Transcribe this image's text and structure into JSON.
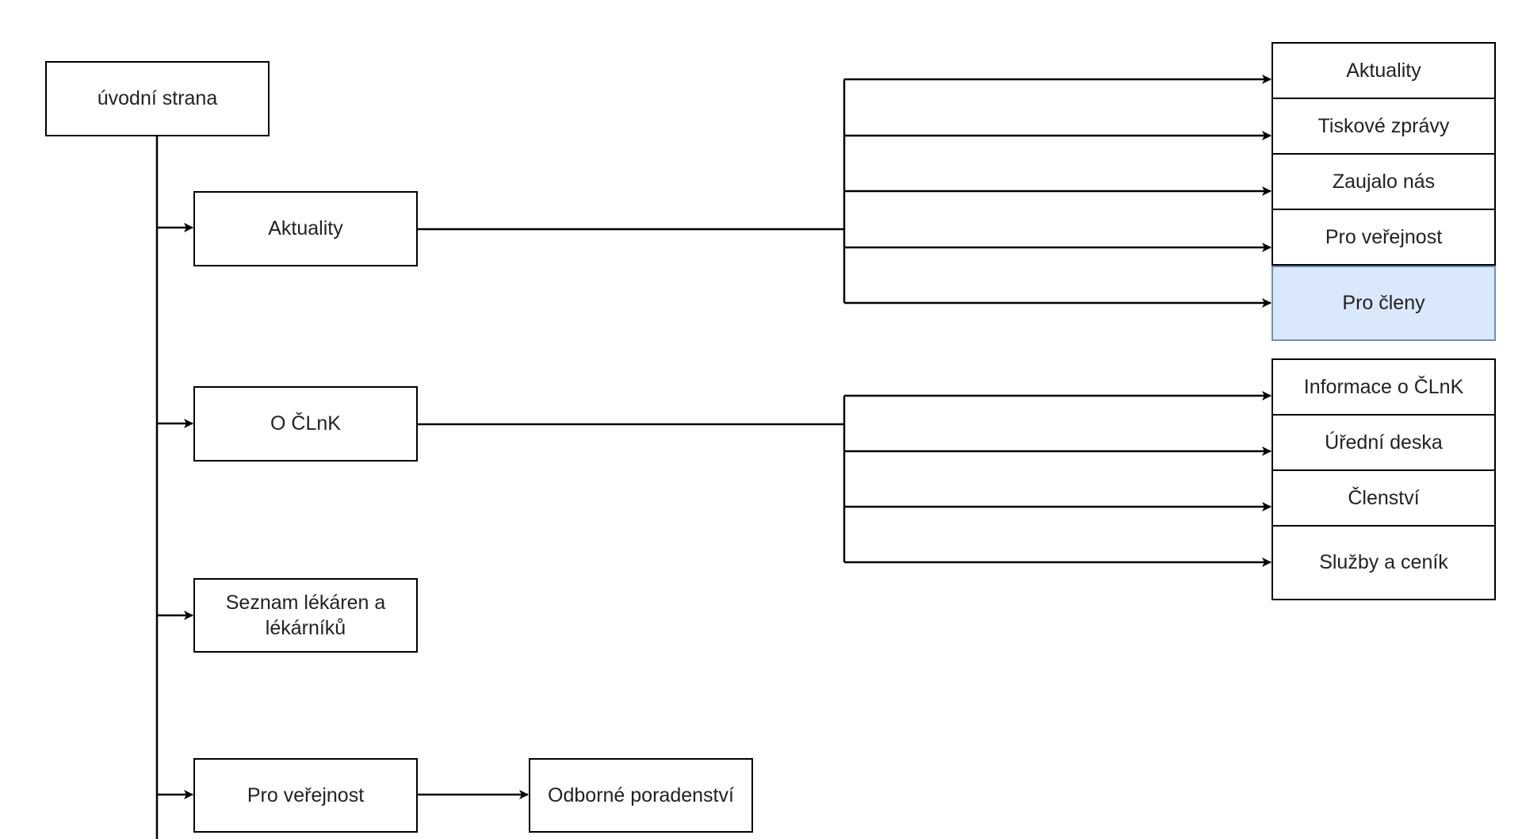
{
  "root": {
    "label": "úvodní strana"
  },
  "sections": [
    {
      "id": "aktuality",
      "label": "Aktuality"
    },
    {
      "id": "o-clnk",
      "label": "O ČLnK"
    },
    {
      "id": "seznam",
      "label": "Seznam lékáren a lékárníků"
    },
    {
      "id": "pro-verejnost",
      "label": "Pro veřejnost"
    }
  ],
  "aktuality_children": [
    {
      "label": "Aktuality",
      "highlight": false
    },
    {
      "label": "Tiskové zprávy",
      "highlight": false
    },
    {
      "label": "Zaujalo nás",
      "highlight": false
    },
    {
      "label": "Pro veřejnost",
      "highlight": false
    },
    {
      "label": "Pro členy",
      "highlight": true
    }
  ],
  "o_clnk_children": [
    {
      "label": "Informace o ČLnK"
    },
    {
      "label": "Úřední deska"
    },
    {
      "label": "Členství"
    },
    {
      "label": "Služby a ceník"
    }
  ],
  "pro_verejnost_children": [
    {
      "label": "Odborné poradenství"
    }
  ],
  "colors": {
    "line": "#000000",
    "text": "#222222",
    "highlight_fill": "#dae8fc",
    "highlight_stroke": "#6c8ebf"
  }
}
